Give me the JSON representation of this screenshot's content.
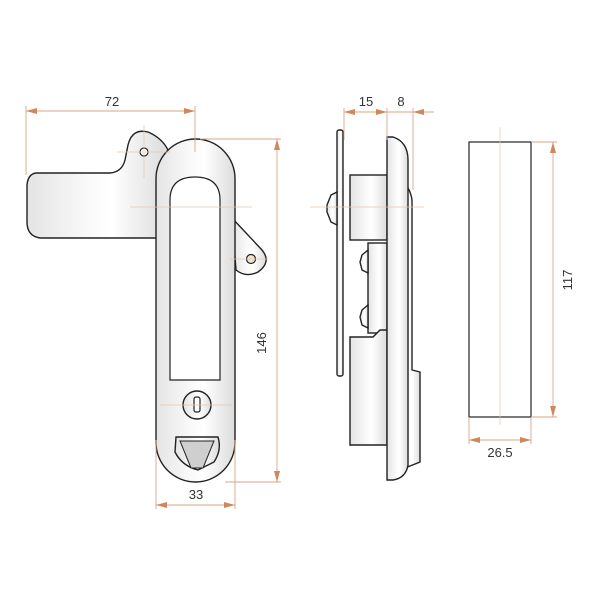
{
  "dimensions": {
    "front_width_overall": "72",
    "front_height": "146",
    "front_body_width": "33",
    "side_plate_depth": "15",
    "side_handle_depth": "8",
    "cutout_height": "117",
    "cutout_width": "26.5"
  },
  "colors": {
    "outline": "#222222",
    "dimension_line": "#d9a585",
    "arrow": "#d0875a"
  }
}
